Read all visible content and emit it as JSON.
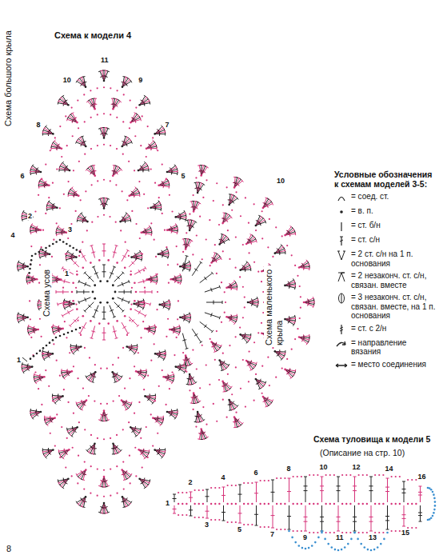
{
  "diagram": {
    "title": "Схема к модели 4",
    "labels": [
      "Схема большого крыла",
      "Схема усов",
      "Схема маленького крыла",
      "Условные обозначения к схемам моделей 3-5:",
      "Схема туловища к модели 5",
      "(Описание на стр. 10)",
      "8",
      "11",
      "10",
      "9",
      "8",
      "7",
      "6",
      "5",
      "4",
      "3",
      "2",
      "1",
      "10",
      "1",
      "1",
      "2",
      "3",
      "4",
      "5",
      "6",
      "7",
      "8",
      "9",
      "10",
      "11",
      "12",
      "13",
      "14",
      "15",
      "16"
    ],
    "legend": [
      {
        "text": "= соед. ст."
      },
      {
        "text": "= в. п."
      },
      {
        "text": "= ст. б/н"
      },
      {
        "text": "= ст. с/н"
      },
      {
        "text": "= 2 ст. с/н на 1 п. основания"
      },
      {
        "text": "= 2 незаконч. ст. с/н, связан. вместе"
      },
      {
        "text": "= 3 незаконч. ст. с/н, связан. вместе, на 1 п. основания"
      },
      {
        "text": "= ст. с 2/н"
      },
      {
        "text": "= направление вязания"
      },
      {
        "text": "= место соединения"
      }
    ]
  }
}
